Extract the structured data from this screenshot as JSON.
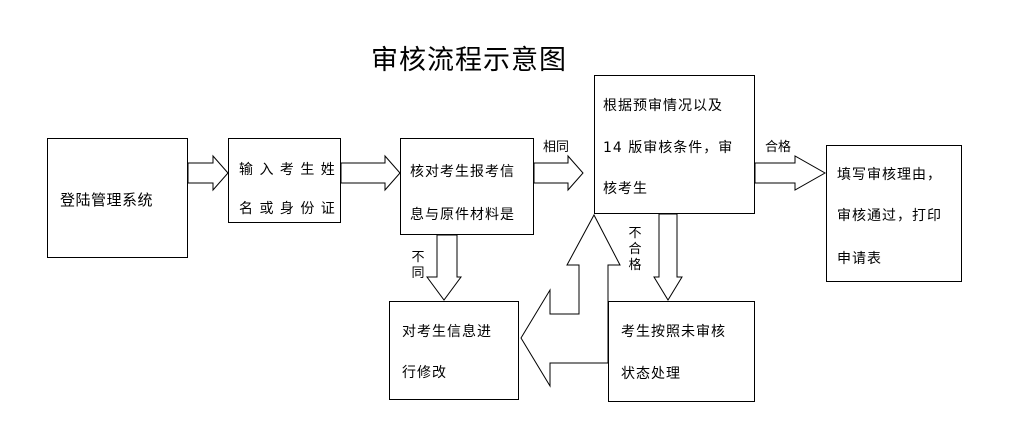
{
  "title": "审核流程示意图",
  "boxes": {
    "login": {
      "text": "登陆管理系统"
    },
    "input": {
      "line1": "输 入 考 生 姓",
      "line2": "名 或 身 份 证"
    },
    "check": {
      "line1": "核对考生报考信",
      "line2": "息与原件材料是"
    },
    "pre": {
      "line1": "根据预审情况以及",
      "line2": "14  版审核条件，审",
      "line3": "核考生"
    },
    "fill": {
      "line1": "填写审核理由，",
      "line2": "审核通过，打印",
      "line3": "申请表"
    },
    "modify": {
      "line1": "对考生信息进",
      "line2": "行修改"
    },
    "unreviewed": {
      "line1": "考生按照未审核",
      "line2": "状态处理"
    }
  },
  "labels": {
    "same": "相同",
    "pass": "合格",
    "different": "不同",
    "fail": "不合格"
  }
}
